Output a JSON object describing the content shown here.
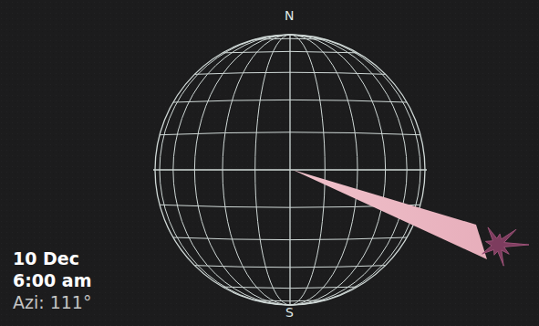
{
  "diagram": {
    "labels": [
      "N",
      "S",
      "10 Dec",
      "6:00 am",
      "Azi: 111°"
    ]
  }
}
